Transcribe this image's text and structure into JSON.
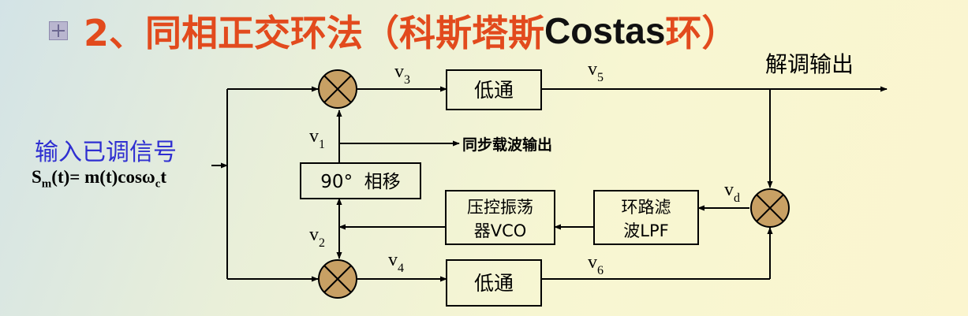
{
  "title": {
    "number_prefix": "2、同相正交环法（科斯塔斯",
    "costas": "Costas",
    "suffix": "环）"
  },
  "input": {
    "label": "输入已调信号",
    "formula_S": "S",
    "formula_m_sub": "m",
    "formula_mid": "(t)= m(t)cosω",
    "formula_c_sub": "c",
    "formula_end": "t"
  },
  "blocks": {
    "lowpass_top": "低通",
    "lowpass_bottom": "低通",
    "phase_shift": "90°  相移",
    "vco_line1": "压控振荡",
    "vco_line2": "器VCO",
    "loop_filter_line1": "环路滤",
    "loop_filter_line2": "波LPF"
  },
  "signals": {
    "v1": {
      "main": "v",
      "sub": "1"
    },
    "v2": {
      "main": "v",
      "sub": "2"
    },
    "v3": {
      "main": "v",
      "sub": "3"
    },
    "v4": {
      "main": "v",
      "sub": "4"
    },
    "v5": {
      "main": "v",
      "sub": "5"
    },
    "v6": {
      "main": "v",
      "sub": "6"
    },
    "vd": {
      "main": "v",
      "sub": "d"
    }
  },
  "outputs": {
    "demod": "解调输出",
    "carrier": "同步载波输出"
  },
  "colors": {
    "title_red": "#e24a1d",
    "input_blue": "#2f2fd1",
    "mixer_fill": "#c8a064",
    "line": "#000000"
  }
}
